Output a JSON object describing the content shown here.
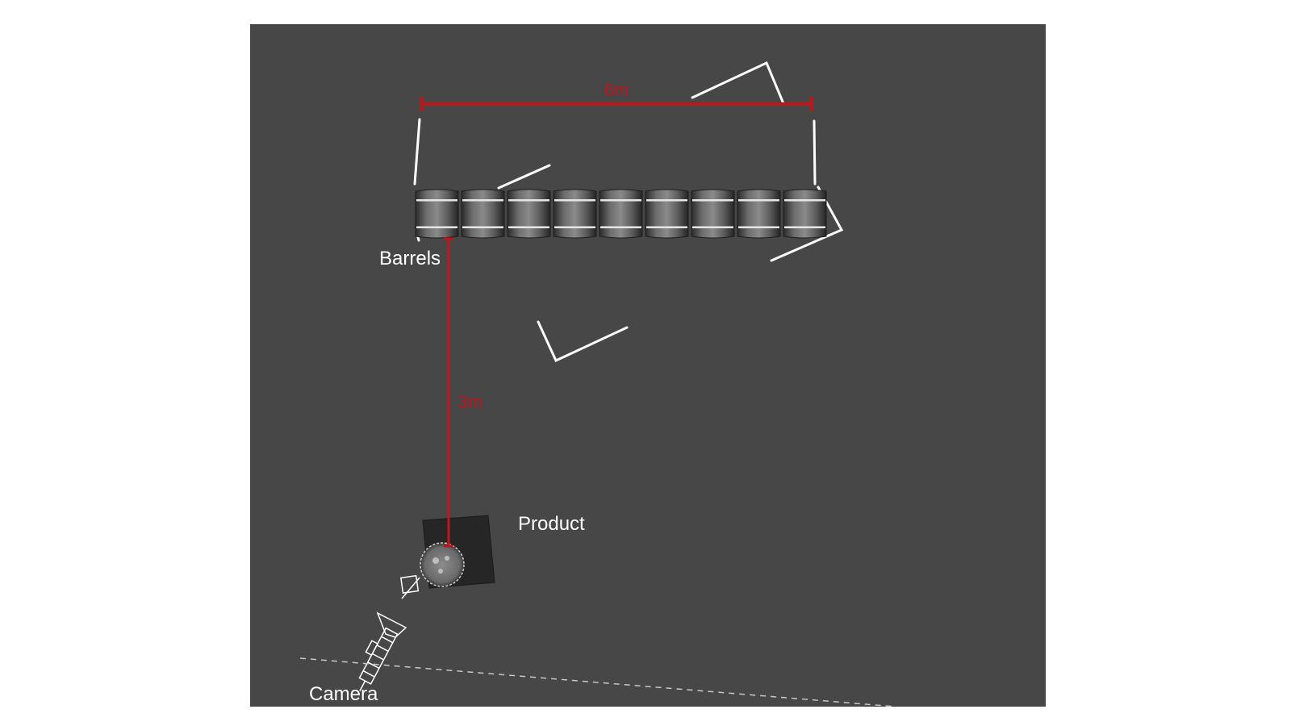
{
  "labels": {
    "barrels": "Barrels",
    "product": "Product",
    "camera": "Camera"
  },
  "dimensions": {
    "width": "6m",
    "distance": "3m"
  },
  "colors": {
    "background": "#474747",
    "measure": "#c0151b",
    "outline": "#ffffff"
  },
  "barrels": {
    "count": 9
  }
}
